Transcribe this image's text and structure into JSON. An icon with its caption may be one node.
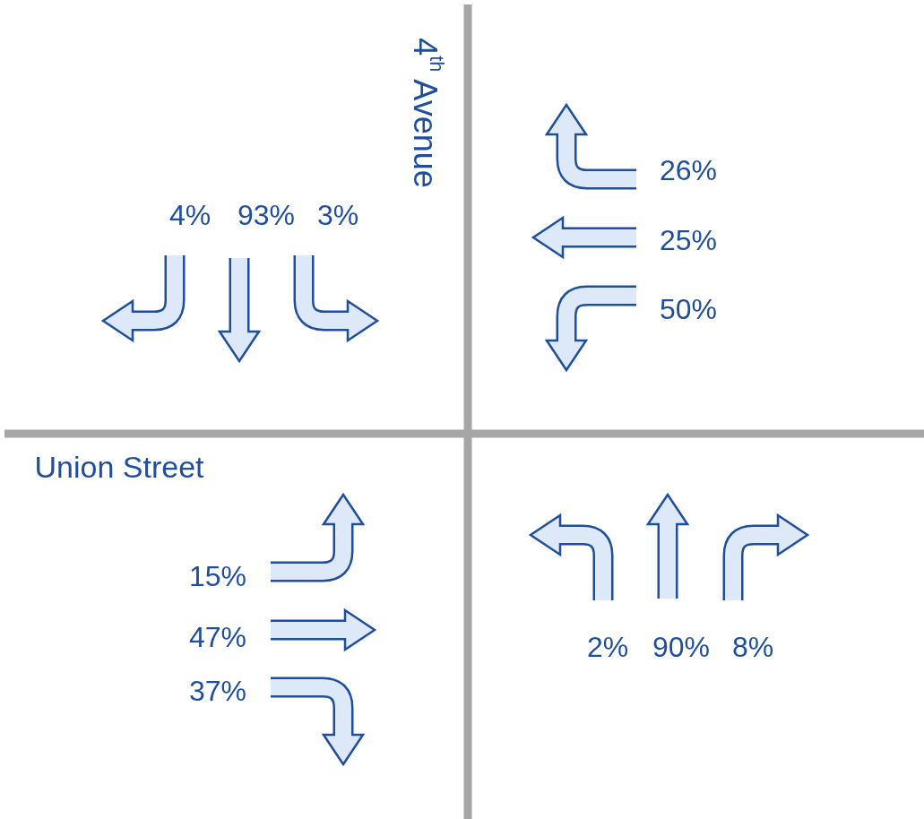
{
  "diagram": {
    "labels": [
      "4$^{th}$ Avenue",
      "26%",
      "4%",
      "93%",
      "3%",
      "25%",
      "50%",
      "Union Street",
      "15%",
      "47%",
      "37%",
      "2%",
      "90%",
      "8%"
    ]
  }
}
